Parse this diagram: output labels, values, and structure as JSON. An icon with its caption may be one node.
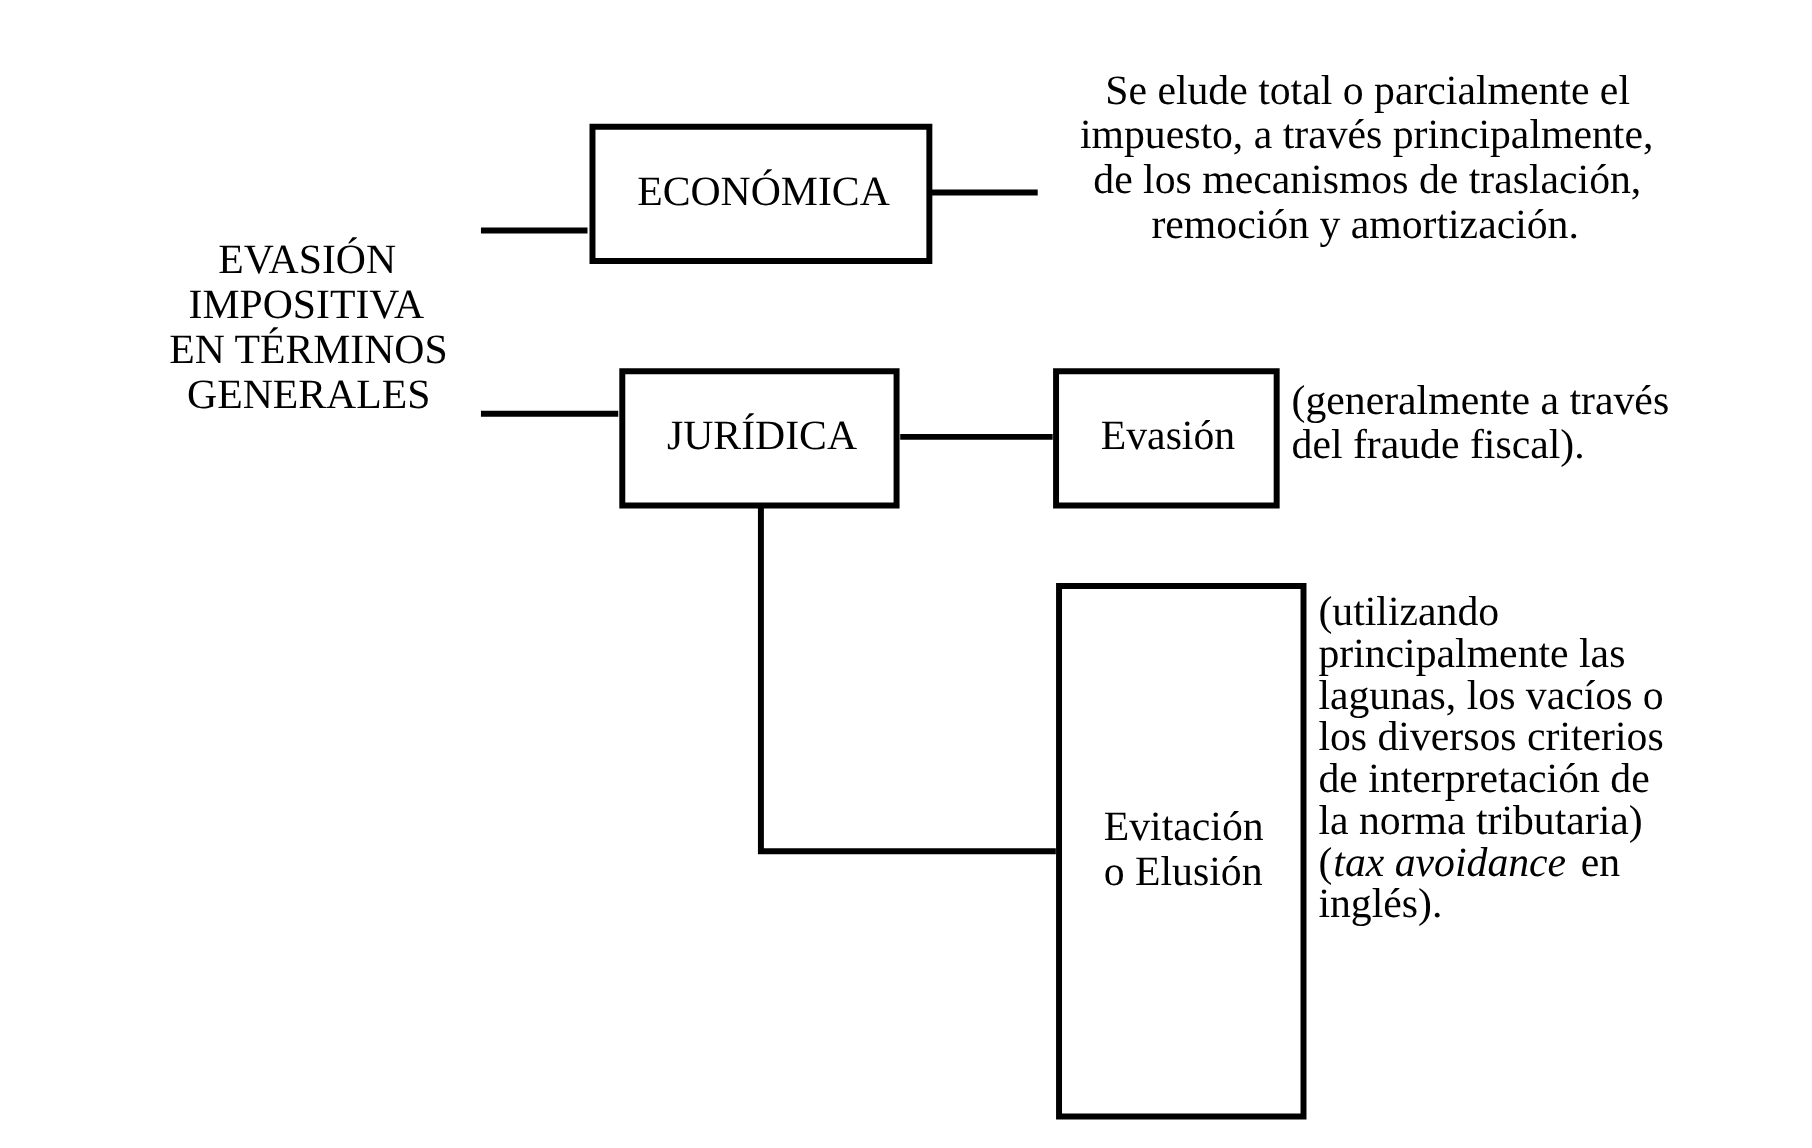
{
  "diagram": {
    "nodes": [
      {
        "text": [
          "EVASIÓN IMPOSITIVA EN TÉRMINOS GENERALES"
        ]
      },
      {
        "text": [
          "ECONÓMICA"
        ]
      },
      {
        "text": [
          "Se elude total o parcialmente el impuesto, a través principalmente, de los mecanismos de traslación, remoción y amortización."
        ]
      },
      {
        "text": [
          "JURÍDICA"
        ]
      },
      {
        "text": [
          "Evasión"
        ],
        "beside": [
          "(generalmente a través del fraude fiscal)."
        ]
      },
      {
        "text": [
          "Evitación o Elusión"
        ],
        "beside": [
          "(utilizando principalmente las lagunas, los vacíos o los diversos criterios de interpretación de la norma tributaria) (*tax avoidance* en inglés)."
        ]
      }
    ],
    "edges": [
      {
        "from": 0,
        "to": 1,
        "arrow": "none"
      },
      {
        "from": 0,
        "to": 3,
        "arrow": "none"
      },
      {
        "from": 1,
        "to": 2,
        "arrow": "none"
      },
      {
        "from": 3,
        "to": 4,
        "arrow": "none"
      },
      {
        "from": 3,
        "to": 5,
        "arrow": "none"
      }
    ]
  }
}
